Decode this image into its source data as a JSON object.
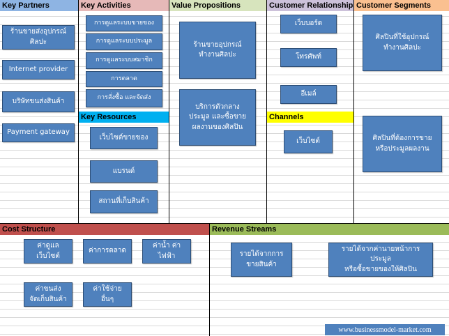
{
  "key_partners": {
    "title": "Key Partners",
    "color": "#8eb4e3",
    "items": [
      "ร้านขายส่งอุปกรณ์\nศิลปะ",
      "Internet provider",
      "บริษัทขนส่งสินค้า",
      "Payment gateway"
    ]
  },
  "key_activities": {
    "title": "Key Activities",
    "color": "#e6b9b8",
    "items": [
      "การดูแลระบบขายของ",
      "การดูแลระบบประมูล",
      "การดูแลระบบสมาชิก",
      "การตลาด",
      "การสั่งซื้อ และจัดส่ง"
    ]
  },
  "key_resources": {
    "title": "Key Resources",
    "color": "#00b0f0",
    "items": [
      "เว็บไซต์ขายของ",
      "แบรนด์",
      "สถานที่เก็บสินค้า"
    ]
  },
  "value_propositions": {
    "title": "Value Propositions",
    "color": "#d7e4bd",
    "items": [
      "ร้านขายอุปกรณ์\nทำงานศิลปะ",
      "บริการตัวกลาง\nประมูล และซื้อขาย\nผลงานของศิลปิน"
    ]
  },
  "customer_relationships": {
    "title": "Customer Relationships",
    "color": "#ccc1da",
    "items": [
      "เว็บบอร์ด",
      "โทรศัพท์",
      "อีเมล์"
    ]
  },
  "channels": {
    "title": "Channels",
    "color": "#ffff00",
    "items": [
      "เว็บไซต์"
    ]
  },
  "customer_segments": {
    "title": "Customer Segments",
    "color": "#fac090",
    "items": [
      "ศิลปินที่ใช้อุปกรณ์\nทำงานศิลปะ",
      "ศิลปินที่ต้องการขาย\nหรือประมูลผลงาน"
    ]
  },
  "cost_structure": {
    "title": "Cost Structure",
    "color": "#c0504d",
    "items": [
      "ค่าดูแล\nเว็บไซต์",
      "ค่าการตลาด",
      "ค่าน้ำ ค่า\nไฟฟ้า",
      "ค่าขนส่ง\nจัดเก็บสินค้า",
      "ค่าใช้จ่าย\nอื่นๆ"
    ]
  },
  "revenue_streams": {
    "title": "Revenue Streams",
    "color": "#9bbb59",
    "items": [
      "รายได้จากการ\nขายสินค้า",
      "รายได้จากค่านายหน้าการประมูล\nหรือซื้อขายของให้ศิลปิน"
    ]
  },
  "footer": {
    "text": "www.businessmodel-market.com"
  }
}
